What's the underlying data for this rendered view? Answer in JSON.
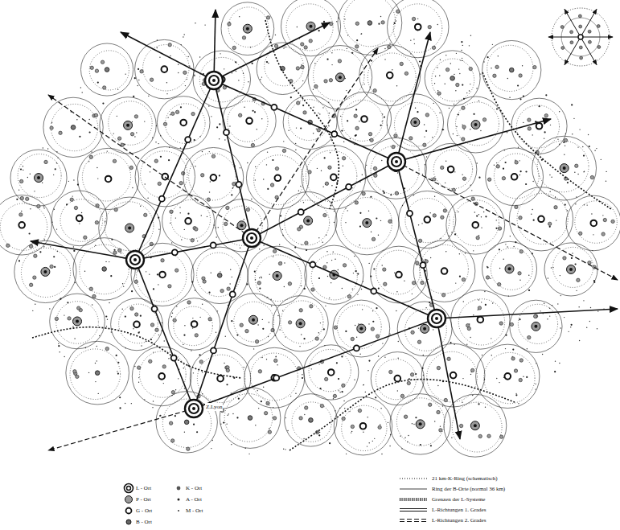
{
  "diagram": {
    "labels": [
      "Z.Lyon"
    ],
    "legend": [
      {
        "text": "L - Ort"
      },
      {
        "text": "P - Ort"
      },
      {
        "text": "G - Ort"
      },
      {
        "text": "B - Ort"
      },
      {
        "text": "K - Ort"
      },
      {
        "text": "A - Ort"
      },
      {
        "text": "M - Ort"
      },
      {
        "text": "21 km-K-Ring (schematisch)"
      },
      {
        "text": "Ring der B-Orte (normal 36 km)"
      },
      {
        "text": "Grenzen der L-Systeme"
      },
      {
        "text": "L-Richtungen 1. Grades"
      },
      {
        "text": "L-Richtungen 2. Grades"
      }
    ]
  }
}
